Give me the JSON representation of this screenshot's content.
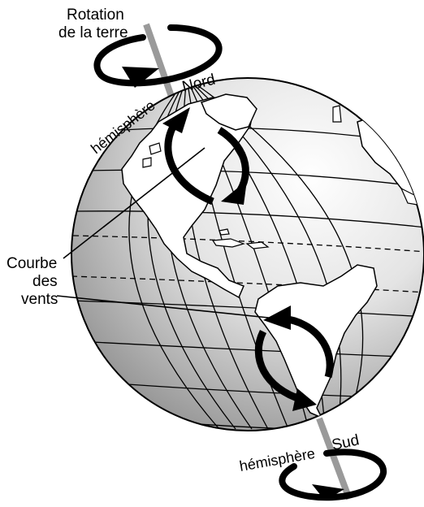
{
  "labels": {
    "rotation_line1": "Rotation",
    "rotation_line2": "de la terre",
    "north_word": "hémisphère",
    "north_name": "Nord",
    "wind_line1": "Courbe",
    "wind_line2": "des",
    "wind_line3": "vents",
    "south_word": "hémisphère",
    "south_name": "Sud"
  },
  "colors": {
    "axis": "#9a9a9a",
    "outline": "#000000",
    "land": "#ffffff",
    "ocean_light": "#ffffff",
    "ocean_dark": "#8c8c8c"
  }
}
